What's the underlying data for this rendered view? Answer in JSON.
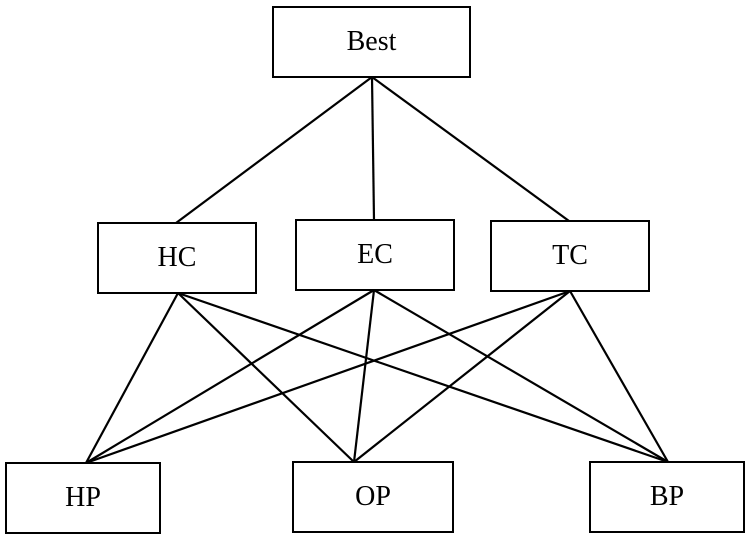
{
  "diagram": {
    "goal": {
      "label": "Best"
    },
    "criteria": [
      {
        "id": "hc",
        "label": "HC"
      },
      {
        "id": "ec",
        "label": "EC"
      },
      {
        "id": "tc",
        "label": "TC"
      }
    ],
    "alternatives": [
      {
        "id": "hp",
        "label": "HP"
      },
      {
        "id": "op",
        "label": "OP"
      },
      {
        "id": "bp",
        "label": "BP"
      }
    ],
    "edges": [
      [
        "best",
        "hc"
      ],
      [
        "best",
        "ec"
      ],
      [
        "best",
        "tc"
      ],
      [
        "hc",
        "hp"
      ],
      [
        "hc",
        "op"
      ],
      [
        "hc",
        "bp"
      ],
      [
        "ec",
        "hp"
      ],
      [
        "ec",
        "op"
      ],
      [
        "ec",
        "bp"
      ],
      [
        "tc",
        "hp"
      ],
      [
        "tc",
        "op"
      ],
      [
        "tc",
        "bp"
      ]
    ],
    "line_color": "#000000",
    "box_border_color": "#000000"
  }
}
